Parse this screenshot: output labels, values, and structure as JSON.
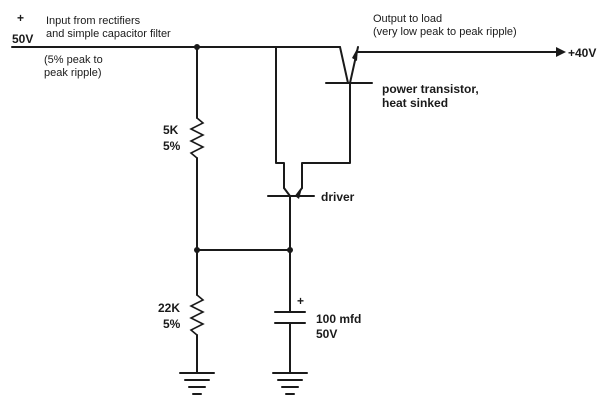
{
  "input": {
    "plus": "+",
    "voltage": "50V",
    "desc_line1": "Input from rectifiers",
    "desc_line2": "and simple capacitor filter",
    "ripple_line1": "(5% peak to",
    "ripple_line2": "peak ripple)"
  },
  "output": {
    "desc_line1": "Output to load",
    "desc_line2": "(very low peak to peak ripple)",
    "voltage": "+40V"
  },
  "power_transistor": {
    "line1": "power transistor,",
    "line2": "heat sinked"
  },
  "driver": {
    "label": "driver"
  },
  "resistor_top": {
    "value": "5K",
    "tolerance": "5%"
  },
  "resistor_bottom": {
    "value": "22K",
    "tolerance": "5%"
  },
  "capacitor": {
    "plus": "+",
    "value": "100 mfd",
    "voltage": "50V"
  }
}
